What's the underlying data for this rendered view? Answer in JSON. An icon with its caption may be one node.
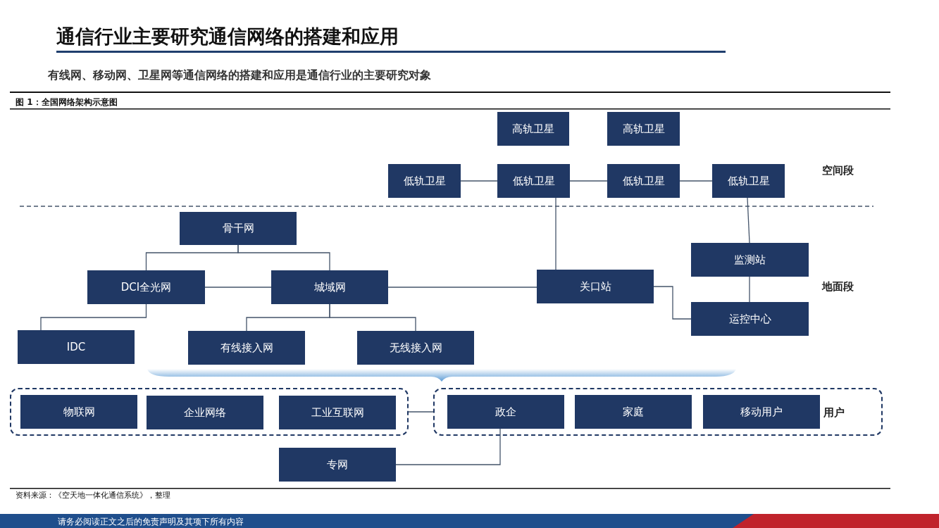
{
  "diagram": {
    "title": "通信行业主要研究通信网络的搭建和应用",
    "nodes": [
      {
        "text": [
          "高轨卫星"
        ]
      },
      {
        "text": [
          "高轨卫星"
        ]
      },
      {
        "text": [
          "低轨卫星"
        ]
      },
      {
        "text": [
          "低轨卫星"
        ]
      },
      {
        "text": [
          "低轨卫星"
        ]
      },
      {
        "text": [
          "低轨卫星"
        ]
      },
      {
        "text": [
          "骨干网"
        ]
      },
      {
        "text": [
          "DCI全光网"
        ]
      },
      {
        "text": [
          "城域网"
        ]
      },
      {
        "text": [
          "关口站"
        ]
      },
      {
        "text": [
          "监测站"
        ]
      },
      {
        "text": [
          "运控中心"
        ]
      },
      {
        "text": [
          "IDC"
        ]
      },
      {
        "text": [
          "有线接入网"
        ]
      },
      {
        "text": [
          "无线接入网"
        ]
      },
      {
        "text": [],
        "shape": "box"
      },
      {
        "text": [
          "物联网"
        ],
        "in": 15
      },
      {
        "text": [
          "企业网络"
        ],
        "in": 15
      },
      {
        "text": [
          "工业互联网"
        ],
        "in": 15
      },
      {
        "text": [
          "用户"
        ]
      },
      {
        "text": [
          "政企"
        ],
        "in": 19
      },
      {
        "text": [
          "家庭"
        ],
        "in": 19
      },
      {
        "text": [
          "移动用户"
        ],
        "in": 19
      },
      {
        "text": [
          "专网"
        ]
      }
    ],
    "edges": [
      {
        "from": 2,
        "to": 3,
        "arrow": "none"
      },
      {
        "from": 3,
        "to": 4,
        "arrow": "none"
      },
      {
        "from": 4,
        "to": 5,
        "arrow": "none"
      },
      {
        "from": 6,
        "to": 7,
        "arrow": "none"
      },
      {
        "from": 6,
        "to": 8,
        "arrow": "none"
      },
      {
        "from": 7,
        "to": 8,
        "arrow": "none"
      },
      {
        "from": 8,
        "to": 9,
        "arrow": "none"
      },
      {
        "from": 3,
        "to": 9,
        "arrow": "none"
      },
      {
        "from": 5,
        "to": 10,
        "arrow": "none"
      },
      {
        "from": 9,
        "to": 11,
        "arrow": "none"
      },
      {
        "from": 10,
        "to": 11,
        "arrow": "none"
      },
      {
        "from": 7,
        "to": 12,
        "arrow": "none"
      },
      {
        "from": 8,
        "to": 13,
        "arrow": "none"
      },
      {
        "from": 8,
        "to": 14,
        "arrow": "none"
      },
      {
        "from": 15,
        "to": 19,
        "arrow": "none"
      },
      {
        "from": 20,
        "to": 23,
        "arrow": "none"
      }
    ],
    "labels": [
      "有线网、移动网、卫星网等通信网络的搭建和应用是通信行业的主要研究对象",
      "图 1：全国网络架构示意图",
      "空间段",
      "地面段",
      "资料来源：《空天地一体化通信系统》，整理",
      "请务必阅读正文之后的免责声明及其项下所有内容"
    ]
  }
}
